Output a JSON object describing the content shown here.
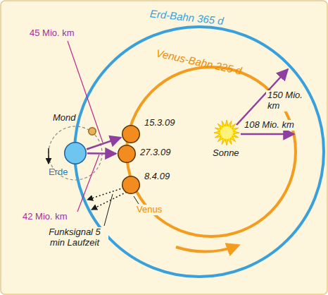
{
  "diagram": {
    "nodes": [
      {
        "text": [
          "Erde"
        ]
      },
      {
        "text": [
          "Mond"
        ]
      },
      {
        "text": [
          "15.3.09"
        ]
      },
      {
        "text": [
          "27.3.09"
        ]
      },
      {
        "text": [
          "8.4.09"
        ]
      },
      {
        "text": [
          "Sonne"
        ]
      }
    ],
    "edges": [
      {
        "from": 0,
        "to": 2,
        "arrow": "to"
      },
      {
        "from": 0,
        "to": 3,
        "arrow": "to"
      }
    ],
    "labels": [
      "Erd-Bahn 365 d",
      "Venus-Bahn 225 d",
      "45 Mio. km",
      "150 Mio. km",
      "108 Mio. km",
      "42 Mio. km",
      "Venus",
      "Funksignal 5 min Laufzeit"
    ]
  }
}
